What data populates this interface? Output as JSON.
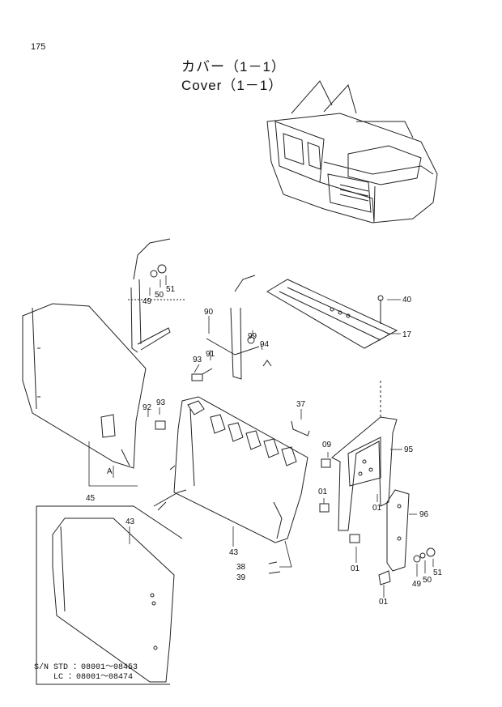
{
  "page_number": "175",
  "title_jp": "カバー（1－1）",
  "title_en": "Cover（1－1）",
  "callouts": [
    {
      "id": "c51a",
      "text": "51"
    },
    {
      "id": "c49a",
      "text": "49"
    },
    {
      "id": "c50a",
      "text": "50"
    },
    {
      "id": "c90",
      "text": "90"
    },
    {
      "id": "c91",
      "text": "91"
    },
    {
      "id": "c93a",
      "text": "93"
    },
    {
      "id": "c99",
      "text": "99"
    },
    {
      "id": "c94",
      "text": "94"
    },
    {
      "id": "c40",
      "text": "40"
    },
    {
      "id": "c17",
      "text": "17"
    },
    {
      "id": "c92",
      "text": "92"
    },
    {
      "id": "c93b",
      "text": "93"
    },
    {
      "id": "c37",
      "text": "37"
    },
    {
      "id": "c09",
      "text": "09"
    },
    {
      "id": "c95",
      "text": "95"
    },
    {
      "id": "cA",
      "text": "A"
    },
    {
      "id": "c45",
      "text": "45"
    },
    {
      "id": "c01a",
      "text": "01"
    },
    {
      "id": "c01b",
      "text": "01"
    },
    {
      "id": "c96",
      "text": "96"
    },
    {
      "id": "c43a",
      "text": "43"
    },
    {
      "id": "c43b",
      "text": "43"
    },
    {
      "id": "c38",
      "text": "38"
    },
    {
      "id": "c39",
      "text": "39"
    },
    {
      "id": "c01c",
      "text": "01"
    },
    {
      "id": "c49b",
      "text": "49"
    },
    {
      "id": "c50b",
      "text": "50"
    },
    {
      "id": "c51b",
      "text": "51"
    },
    {
      "id": "c01d",
      "text": "01"
    }
  ],
  "serial_std": "S/N STD ：08001～08453",
  "serial_lc": "LC ：08001～08474"
}
